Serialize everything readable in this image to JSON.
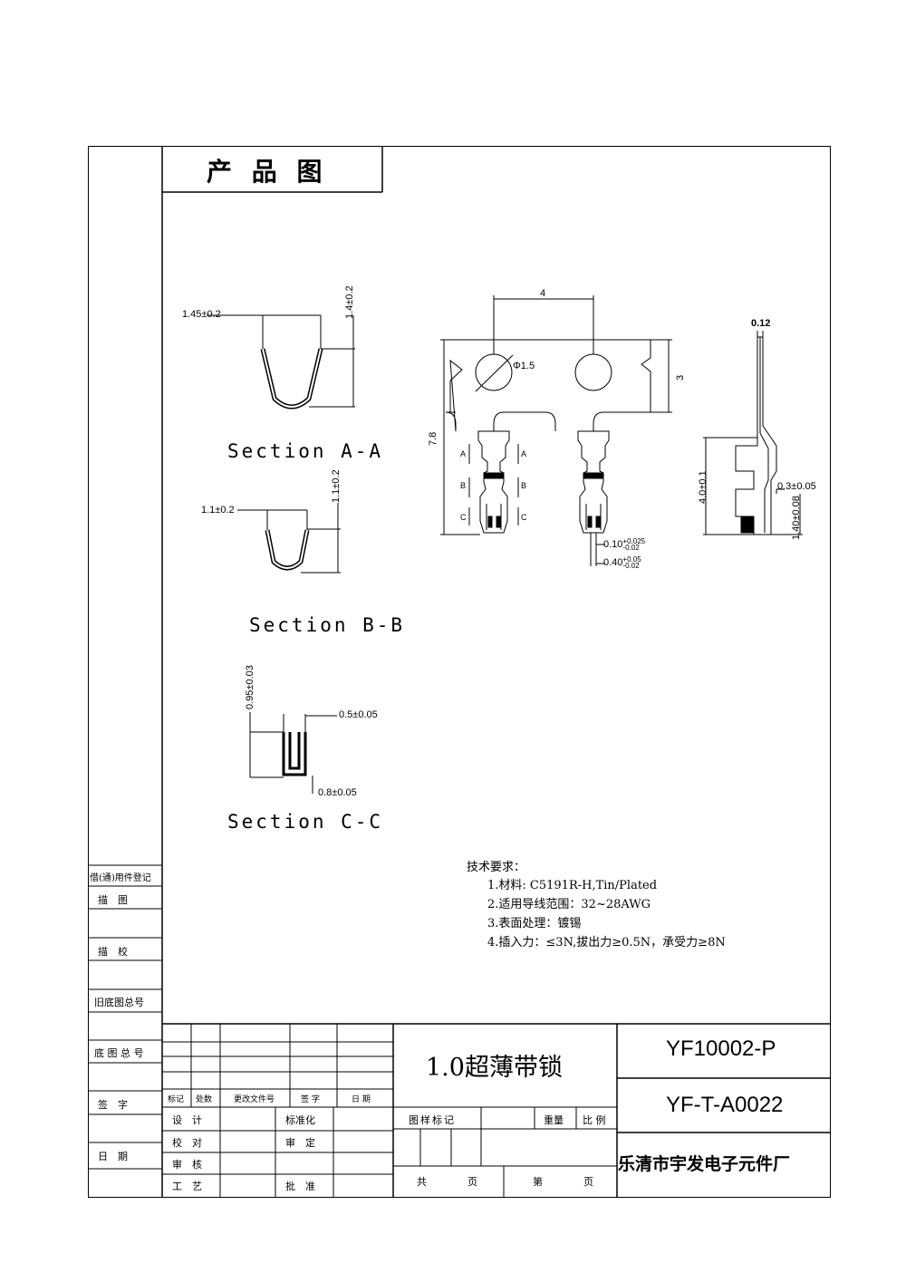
{
  "header": {
    "title": "产 品 图"
  },
  "sections": {
    "aa": {
      "label": "Section A-A",
      "dim_width": "1.45±0.2",
      "dim_height": "1.4±0.2"
    },
    "bb": {
      "label": "Section B-B",
      "dim_width": "1.1±0.2",
      "dim_height": "1.1±0.2"
    },
    "cc": {
      "label": "Section C-C",
      "dim_height": "0.95±0.03",
      "dim_top": "0.5±0.05",
      "dim_bottom": "0.8±0.05"
    }
  },
  "front_view": {
    "dim_pitch": "4",
    "dim_hole": "Φ1.5",
    "dim_carrier": "3",
    "dim_total": "7.8",
    "marks": [
      "A",
      "A",
      "B",
      "B",
      "C",
      "C"
    ],
    "dim_thk1_base": "0.10",
    "dim_thk1_tol_up": "+0.025",
    "dim_thk1_tol_low": "-0.02",
    "dim_thk2_base": "0.40",
    "dim_thk2_tol_up": "+0.05",
    "dim_thk2_tol_low": "-0.02"
  },
  "side_view": {
    "dim_top": "0.12",
    "dim_left": "4.0±0.1",
    "dim_right1": "0.3±0.05",
    "dim_right2": "1.40±0.08"
  },
  "tech": {
    "heading": "技术要求：",
    "items": [
      "1.材料: C5191R-H,Tin/Plated",
      "2.适用导线范围：32~28AWG",
      "3.表面处理：镀锡",
      "4.插入力：≤3N,拔出力≥0.5N，承受力≥8N"
    ]
  },
  "left_column": [
    "借(通)用件登记",
    "描　图",
    "描　校",
    "旧底图总号",
    "底 图 总 号",
    "签　字",
    "日　期"
  ],
  "title_block": {
    "product_name": "1.0超薄带锁",
    "part_no": "YF10002-P",
    "drawing_no": "YF-T-A0022",
    "company": "乐清市宇发电子元件厂",
    "rev_headers": [
      "标记",
      "处数",
      "更改文件号",
      "签 字",
      "日 期"
    ],
    "roles_left": [
      "设　计",
      "校　对",
      "审　核",
      "工　艺"
    ],
    "roles_right": [
      "标准化",
      "审　定",
      "",
      "批　准"
    ],
    "mark_label": "图样标记",
    "weight_label": "重量",
    "scale_label": "比 例",
    "total_label": "共",
    "page_label": "页",
    "sheet_label": "第",
    "sheet_page_label": "页"
  }
}
